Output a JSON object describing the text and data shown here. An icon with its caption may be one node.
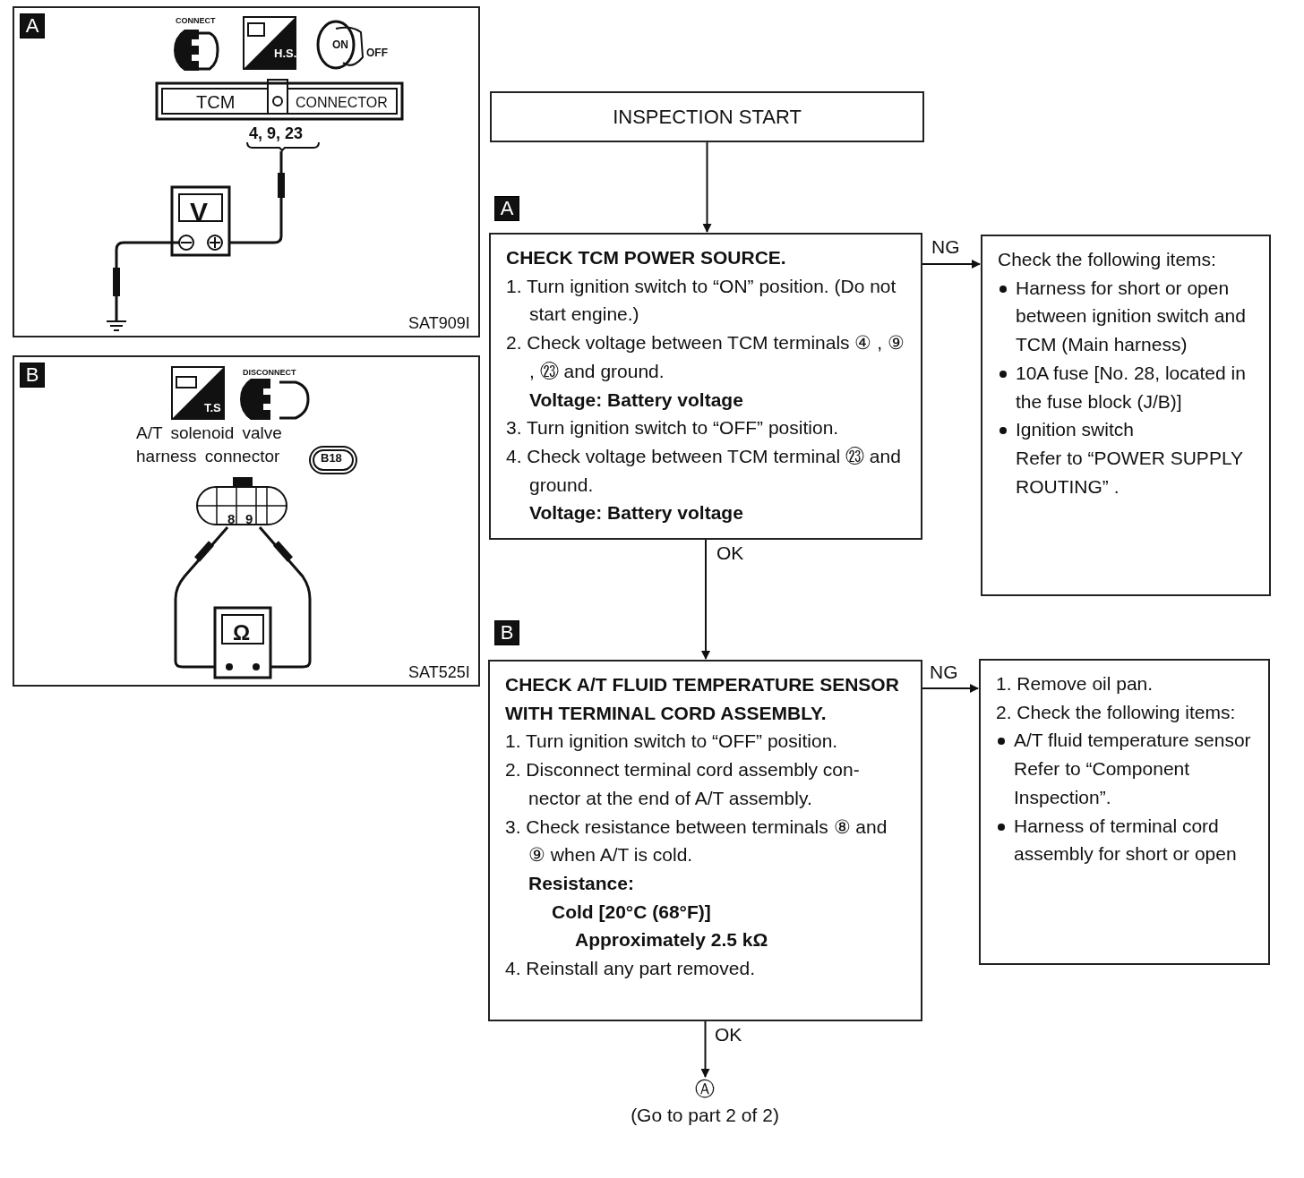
{
  "diagram": {
    "nodes": [
      {
        "text": [
          "A"
        ]
      },
      {
        "text": [
          "B"
        ]
      },
      {
        "text": [
          "INSPECTION START"
        ]
      },
      {
        "text": [
          "CHECK TCM POWER SOURCE.",
          "1. Turn ignition switch to “ON” position. (Do not start engine.)",
          "2. Check voltage between TCM terminals ④ , ⑨ , ㉓ and ground.",
          "Voltage: Battery voltage",
          "3. Turn ignition switch to “OFF” position.",
          "4. Check voltage between TCM terminal ㉓ and ground.",
          "Voltage: Battery voltage"
        ],
        "beside": [
          "A"
        ]
      },
      {
        "text": [
          "Check the following items:",
          "Harness for short or open between ignition switch and TCM (Main harness)",
          "10A fuse [No. 28, located in the fuse block (J/B)]",
          "Ignition switch",
          "Refer to “POWER SUPPLY ROUTING” ."
        ]
      },
      {
        "text": [
          "CHECK A/T FLUID TEMPERATURE SENSOR WITH TERMINAL CORD ASSEMBLY.",
          "1. Turn ignition switch to “OFF” position.",
          "2. Disconnect terminal cord assembly con- nector at the end of A/T assembly.",
          "3. Check resistance between terminals ⑧ and ⑨ when A/T is cold.",
          "Resistance:",
          "Cold [20°C (68°F)]",
          "Approximately 2.5 kΩ",
          "4. Reinstall any part removed."
        ],
        "beside": [
          "B"
        ]
      },
      {
        "text": [
          "1. Remove oil pan.",
          "2. Check the following items:",
          "A/T fluid temperature sensor",
          "Refer to “Component Inspection”.",
          "Harness of terminal cord assembly for short or open"
        ]
      },
      {
        "text": [
          "Ⓐ",
          "(Go to part 2 of 2)"
        ]
      }
    ],
    "edges": [
      {
        "from": 2,
        "to": 3,
        "arrow": "to"
      },
      {
        "from": 3,
        "to": 4,
        "arrow": "to",
        "label": "NG"
      },
      {
        "from": 3,
        "to": 5,
        "arrow": "to",
        "label": "OK"
      },
      {
        "from": 5,
        "to": 6,
        "arrow": "to",
        "label": "NG"
      },
      {
        "from": 5,
        "to": 7,
        "arrow": "to",
        "label": "OK"
      }
    ],
    "labels": [
      "CONNECT",
      "H.S.",
      "ON",
      "OFF",
      "TCM",
      "CONNECTOR",
      "4, 9, 23",
      "V",
      "SAT909I",
      "T.S",
      "DISCONNECT",
      "A/T solenoid valve harness connector",
      "B18",
      "8",
      "9",
      "Ω",
      "SAT525I"
    ]
  }
}
